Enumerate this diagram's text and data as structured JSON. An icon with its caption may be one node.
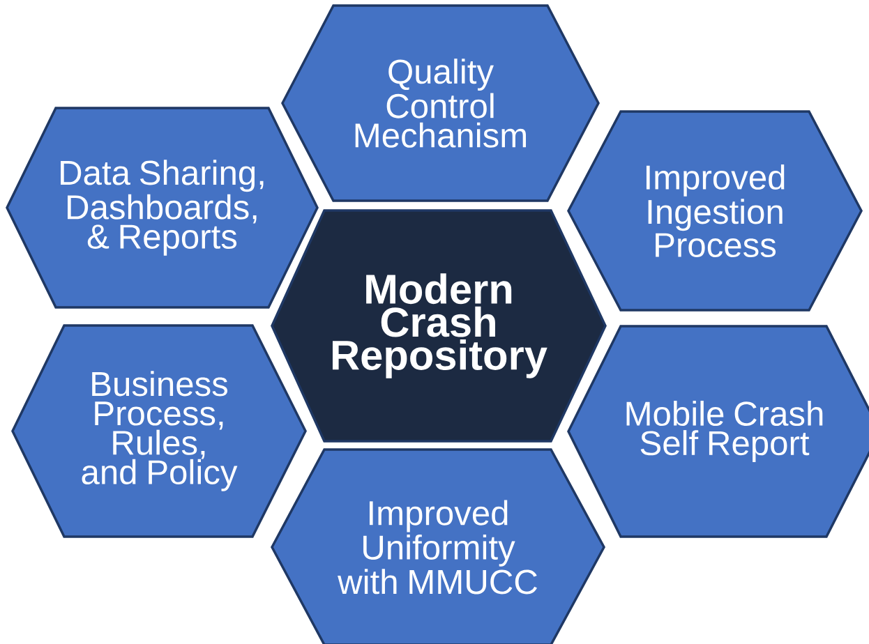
{
  "diagram": {
    "nodes": [
      {
        "text": [
          "Modern Crash Repository"
        ]
      },
      {
        "text": [
          "Quality Control Mechanism"
        ]
      },
      {
        "text": [
          "Data Sharing, Dashboards, & Reports"
        ]
      },
      {
        "text": [
          "Improved Ingestion Process"
        ]
      },
      {
        "text": [
          "Business Process, Rules, and Policy"
        ]
      },
      {
        "text": [
          "Mobile Crash Self Report"
        ]
      },
      {
        "text": [
          "Improved Uniformity with MMUCC"
        ]
      }
    ]
  }
}
